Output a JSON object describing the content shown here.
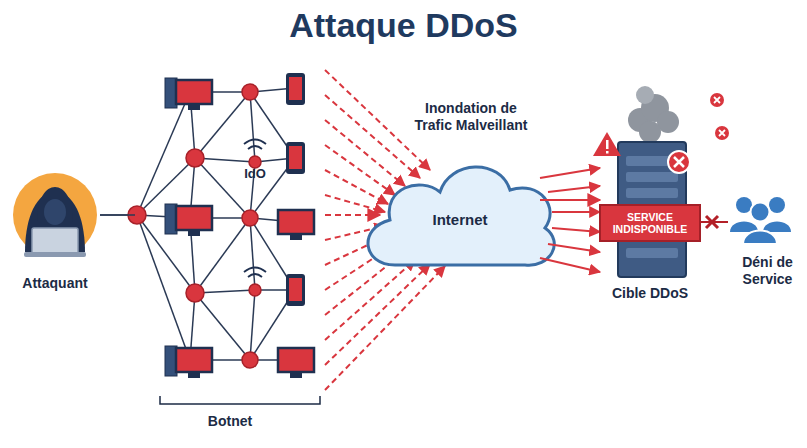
{
  "diagram": {
    "title": "Attaque DDoS",
    "nodes": [
      {
        "text": [
          "Attaquant"
        ]
      },
      {
        "text": [
          "Botnet"
        ]
      },
      {
        "text": [
          "Internet"
        ]
      },
      {
        "text": [
          "SERVICE INDISPONIBLE",
          "Cible DDoS"
        ]
      },
      {
        "text": [
          "Déni de Service"
        ]
      }
    ],
    "edges": [
      {
        "from": 0,
        "to": 1,
        "arrow": "none"
      },
      {
        "from": 1,
        "to": 2,
        "label": "Inondation de Trafic Malveillant",
        "arrow": "to"
      },
      {
        "from": 2,
        "to": 3,
        "arrow": "to"
      },
      {
        "from": 3,
        "to": 4,
        "arrow": "none"
      }
    ],
    "labels": [
      "IdO"
    ]
  }
}
